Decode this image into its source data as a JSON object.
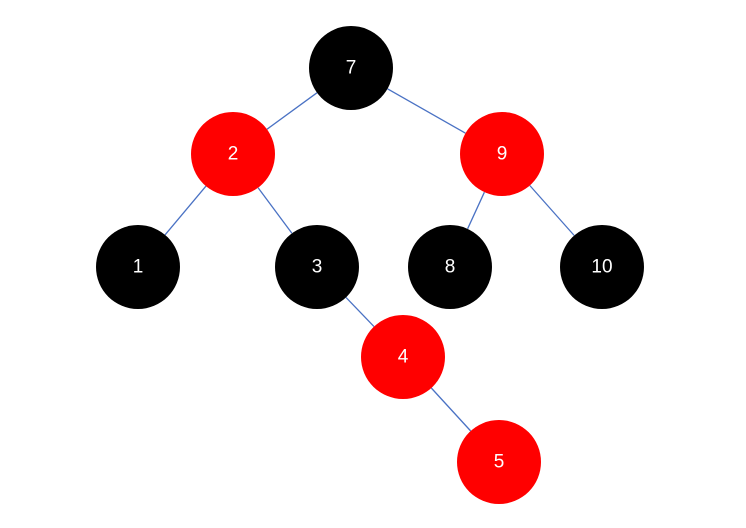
{
  "colors": {
    "black": "#000000",
    "red": "#ff0000",
    "edge": "#4a72c4",
    "label": "#ffffff"
  },
  "tree": {
    "nodes": [
      {
        "id": "7",
        "label": "7",
        "color": "black"
      },
      {
        "id": "2",
        "label": "2",
        "color": "red"
      },
      {
        "id": "9",
        "label": "9",
        "color": "red"
      },
      {
        "id": "1",
        "label": "1",
        "color": "black"
      },
      {
        "id": "3",
        "label": "3",
        "color": "black"
      },
      {
        "id": "8",
        "label": "8",
        "color": "black"
      },
      {
        "id": "10",
        "label": "10",
        "color": "black"
      },
      {
        "id": "4",
        "label": "4",
        "color": "red"
      },
      {
        "id": "5",
        "label": "5",
        "color": "red"
      }
    ],
    "edges": [
      {
        "from": "7",
        "to": "2"
      },
      {
        "from": "7",
        "to": "9"
      },
      {
        "from": "2",
        "to": "1"
      },
      {
        "from": "2",
        "to": "3"
      },
      {
        "from": "9",
        "to": "8"
      },
      {
        "from": "9",
        "to": "10"
      },
      {
        "from": "3",
        "to": "4"
      },
      {
        "from": "4",
        "to": "5"
      }
    ]
  }
}
